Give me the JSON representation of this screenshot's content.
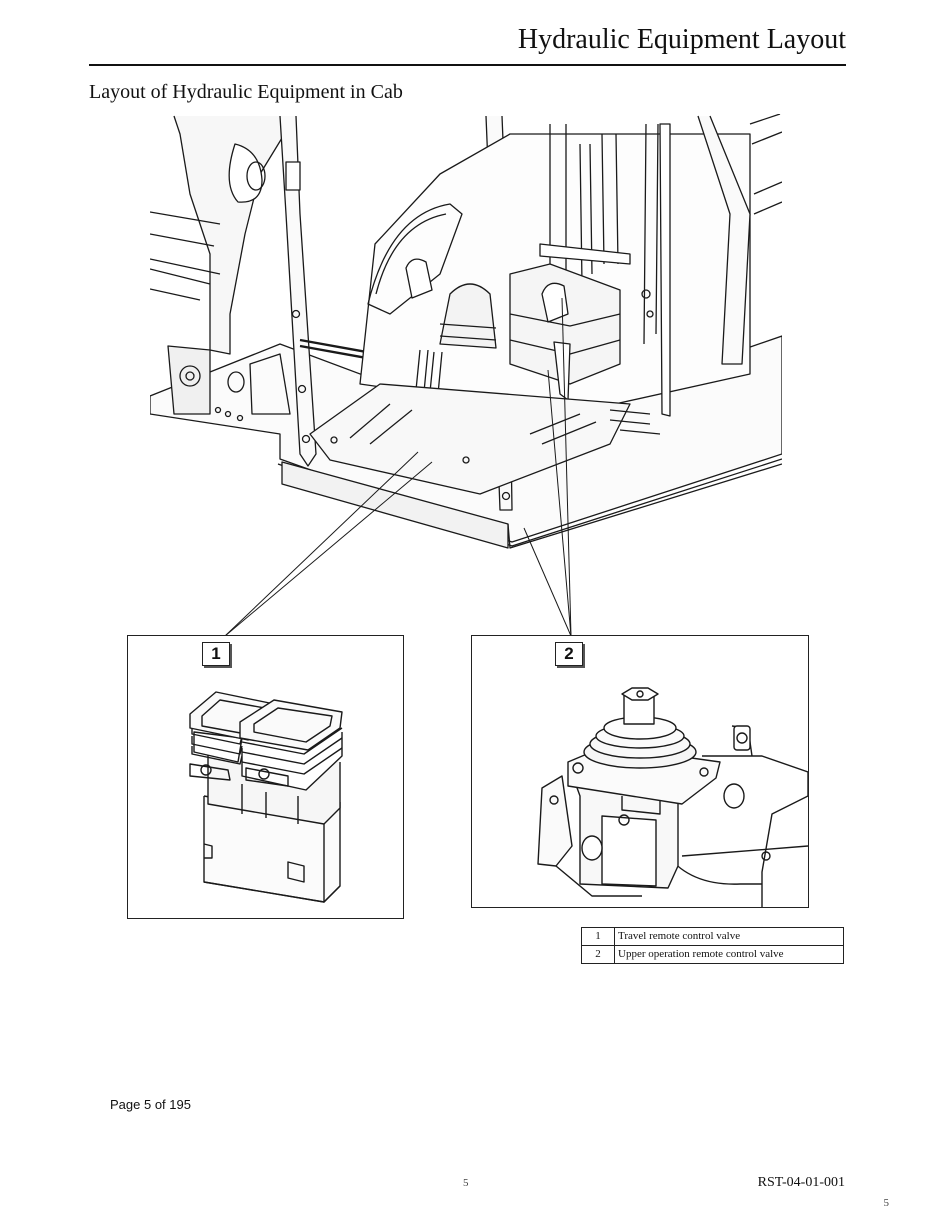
{
  "document": {
    "title": "Hydraulic Equipment Layout",
    "section_heading": "Layout of Hydraulic Equipment in Cab"
  },
  "figure": {
    "callouts": [
      "1",
      "2"
    ]
  },
  "legend": [
    {
      "number": "1",
      "description": "Travel remote control valve"
    },
    {
      "number": "2",
      "description": "Upper operation remote control valve"
    }
  ],
  "footer": {
    "page_count": "Page 5 of 195",
    "center_page_number": "5",
    "document_code": "RST-04-01-001",
    "corner_page_number": "5"
  }
}
